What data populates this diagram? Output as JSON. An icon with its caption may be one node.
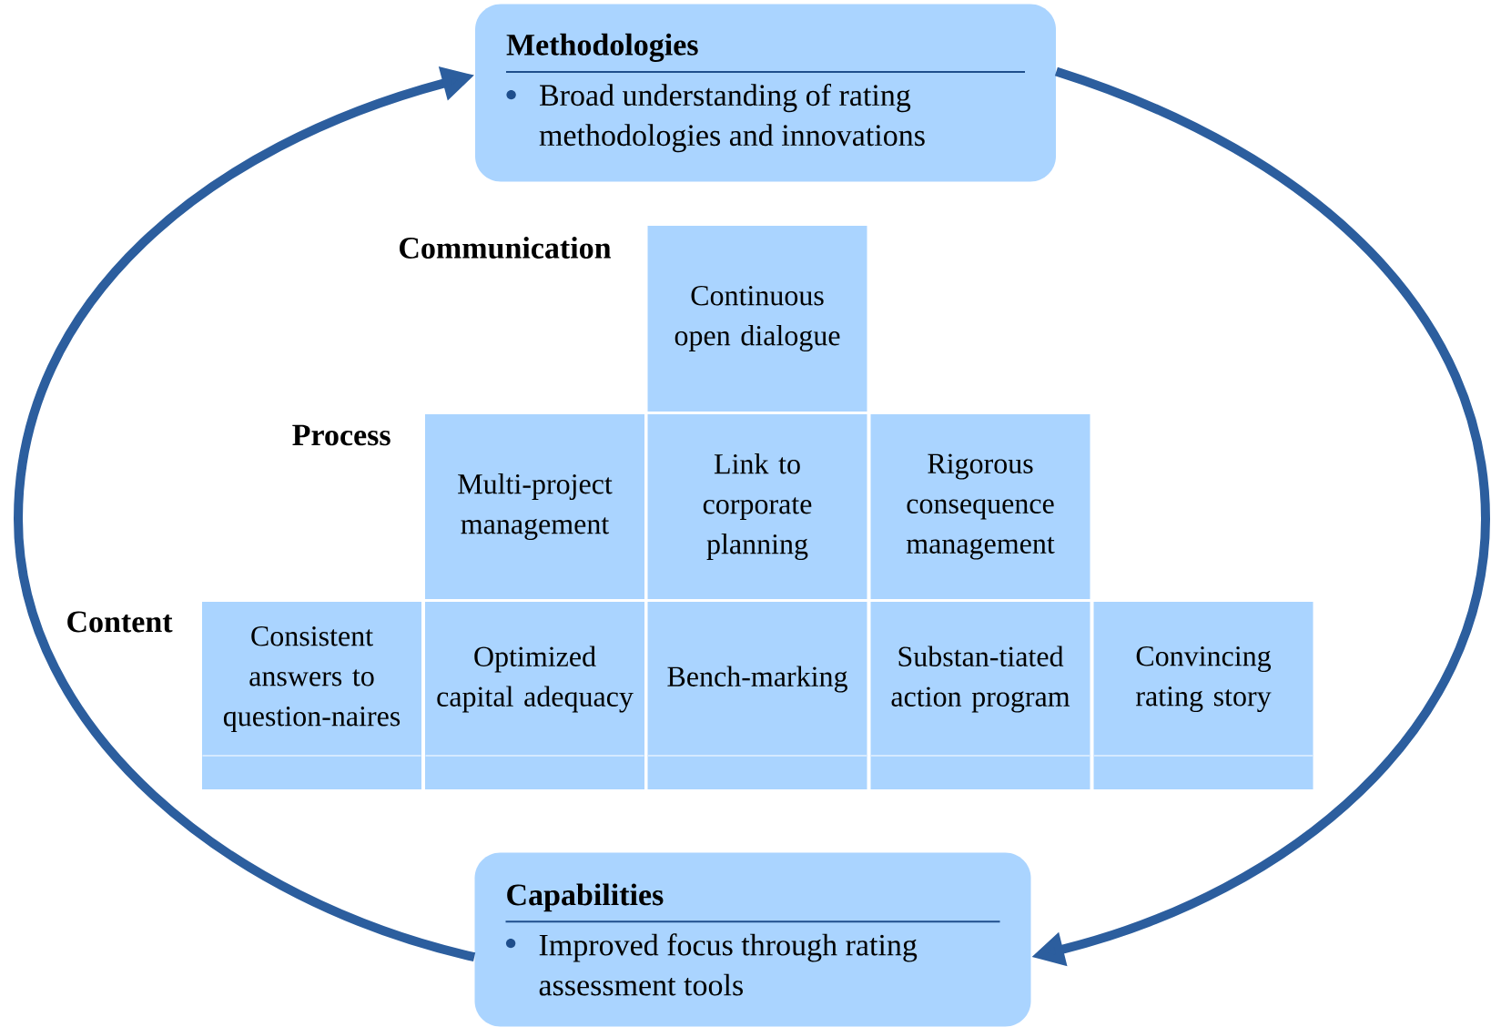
{
  "diagram": {
    "nodes": [
      {
        "text": [
          "Methodologies",
          "Broad understanding of rating methodologies and innovations"
        ]
      },
      {
        "text": [
          "Capabilities",
          "Improved focus through rating assessment tools"
        ]
      },
      {
        "text": [
          "Continuous open dialogue"
        ]
      },
      {
        "text": [
          "Multi-project management"
        ]
      },
      {
        "text": [
          "Link to corporate planning"
        ]
      },
      {
        "text": [
          "Rigorous consequence management"
        ]
      },
      {
        "text": [
          "Consistent answers to question-naires"
        ]
      },
      {
        "text": [
          "Optimized capital adequacy"
        ]
      },
      {
        "text": [
          "Bench-marking"
        ]
      },
      {
        "text": [
          "Substan-tiated action program"
        ]
      },
      {
        "text": [
          "Convincing rating story"
        ]
      }
    ],
    "edges": [
      {
        "from": 0,
        "to": 1,
        "arrow": "to"
      },
      {
        "from": 1,
        "to": 0,
        "arrow": "to"
      }
    ],
    "labels": [
      "Communication",
      "Process",
      "Content"
    ]
  }
}
